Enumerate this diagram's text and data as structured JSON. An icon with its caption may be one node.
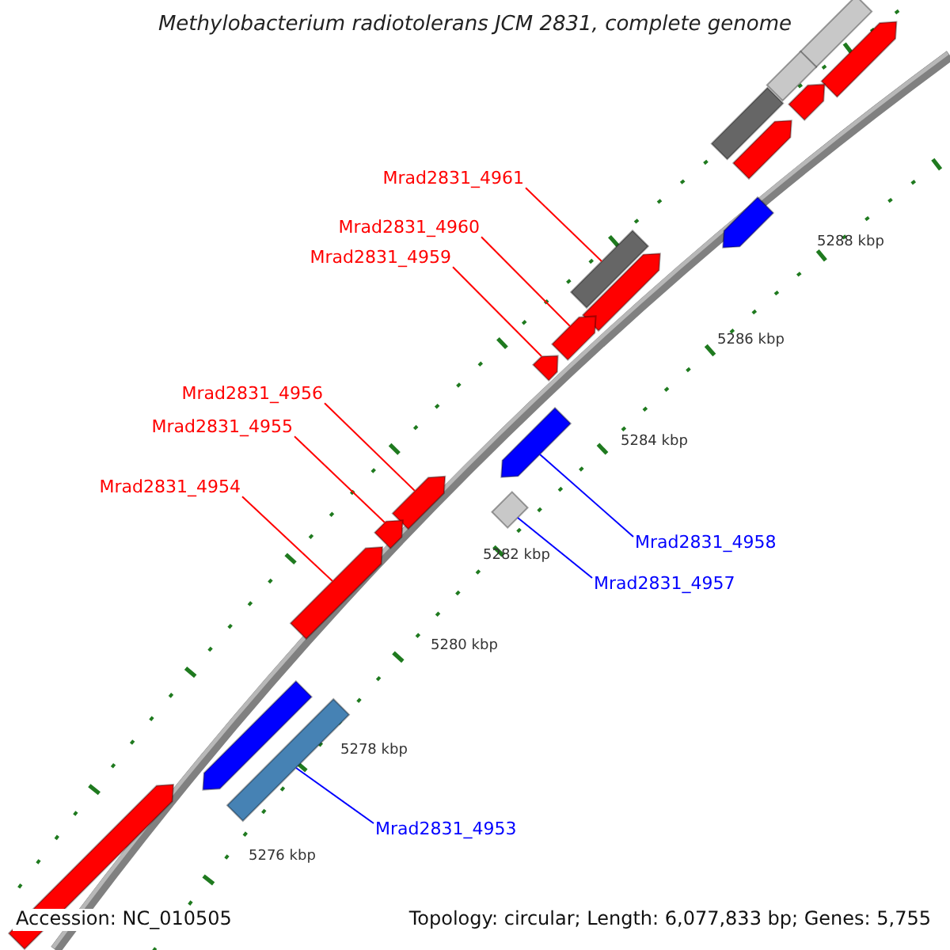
{
  "diagram": {
    "title": "Methylobacterium radiotolerans JCM 2831, complete genome",
    "nodes": [
      {
        "text": [
          "Mrad2831_4961"
        ]
      },
      {
        "text": [
          "Mrad2831_4960"
        ]
      },
      {
        "text": [
          "Mrad2831_4959"
        ]
      },
      {
        "text": [
          "Mrad2831_4956"
        ]
      },
      {
        "text": [
          "Mrad2831_4955"
        ]
      },
      {
        "text": [
          "Mrad2831_4954"
        ]
      },
      {
        "text": [
          "Mrad2831_4958"
        ]
      },
      {
        "text": [
          "Mrad2831_4957"
        ]
      },
      {
        "text": [
          "Mrad2831_4953"
        ]
      },
      {
        "text": [],
        "shape": "box"
      },
      {
        "text": [],
        "shape": "arrow"
      },
      {
        "text": [],
        "shape": "box"
      },
      {
        "text": [],
        "shape": "arrow"
      },
      {
        "text": [],
        "shape": "box"
      },
      {
        "text": [],
        "shape": "arrow"
      },
      {
        "text": [],
        "shape": "arrow"
      },
      {
        "text": [],
        "shape": "box"
      },
      {
        "text": [],
        "shape": "arrow"
      },
      {
        "text": [],
        "shape": "arrow"
      },
      {
        "text": [],
        "shape": "arrow"
      },
      {
        "text": [],
        "shape": "arrow"
      },
      {
        "text": [],
        "shape": "arrow"
      },
      {
        "text": [],
        "shape": "diamond"
      },
      {
        "text": [],
        "shape": "arrow"
      },
      {
        "text": [],
        "shape": "arrow"
      },
      {
        "text": [],
        "shape": "arrow"
      },
      {
        "text": [],
        "shape": "box"
      },
      {
        "text": [],
        "shape": "arrow"
      }
    ],
    "edges": [
      {
        "from": 0,
        "to": 16,
        "arrow": "none"
      },
      {
        "from": 1,
        "to": 18,
        "arrow": "none"
      },
      {
        "from": 2,
        "to": 19,
        "arrow": "none"
      },
      {
        "from": 3,
        "to": 21,
        "arrow": "none"
      },
      {
        "from": 4,
        "to": 23,
        "arrow": "none"
      },
      {
        "from": 5,
        "to": 24,
        "arrow": "none"
      },
      {
        "from": 6,
        "to": 20,
        "arrow": "none",
        "color": "#0000ff"
      },
      {
        "from": 7,
        "to": 22,
        "arrow": "none",
        "color": "#0000ff"
      },
      {
        "from": 8,
        "to": 26,
        "arrow": "none",
        "color": "#0000ff"
      }
    ],
    "labels": [
      "5288 kbp",
      "5286 kbp",
      "5284 kbp",
      "5282 kbp",
      "5280 kbp",
      "5278 kbp",
      "5276 kbp",
      "Accession: NC_010505",
      "Topology: circular; Length: 6,077,833 bp; Genes: 5,755"
    ]
  }
}
